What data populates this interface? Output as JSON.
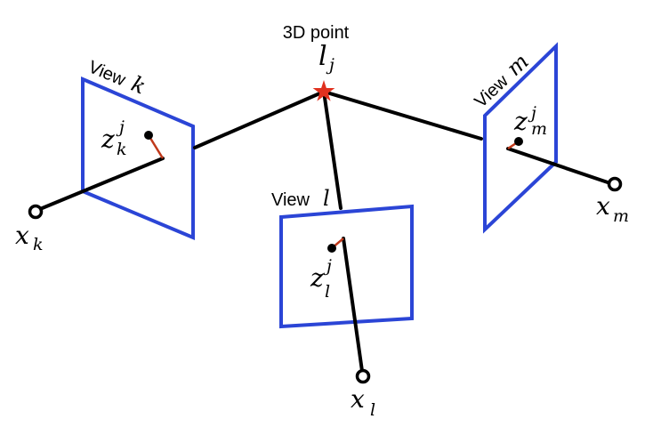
{
  "title": "3D point",
  "point": {
    "var": "l",
    "sub": "j",
    "color": "#e0301e"
  },
  "views": [
    {
      "id": "k",
      "label": "View",
      "var": "k",
      "feature": {
        "var": "z",
        "sup": "j",
        "sub": "k"
      },
      "camera": {
        "var": "x",
        "sub": "k"
      }
    },
    {
      "id": "l",
      "label": "View",
      "var": "l",
      "feature": {
        "var": "z",
        "sup": "j",
        "sub": "l"
      },
      "camera": {
        "var": "x",
        "sub": "l"
      }
    },
    {
      "id": "m",
      "label": "View",
      "var": "m",
      "feature": {
        "var": "z",
        "sup": "j",
        "sub": "m"
      },
      "camera": {
        "var": "x",
        "sub": "m"
      }
    }
  ],
  "colors": {
    "plane": "#2b45d6",
    "ray": "#000000",
    "reprojection_error": "#c0391b",
    "star": "#e0301e"
  }
}
